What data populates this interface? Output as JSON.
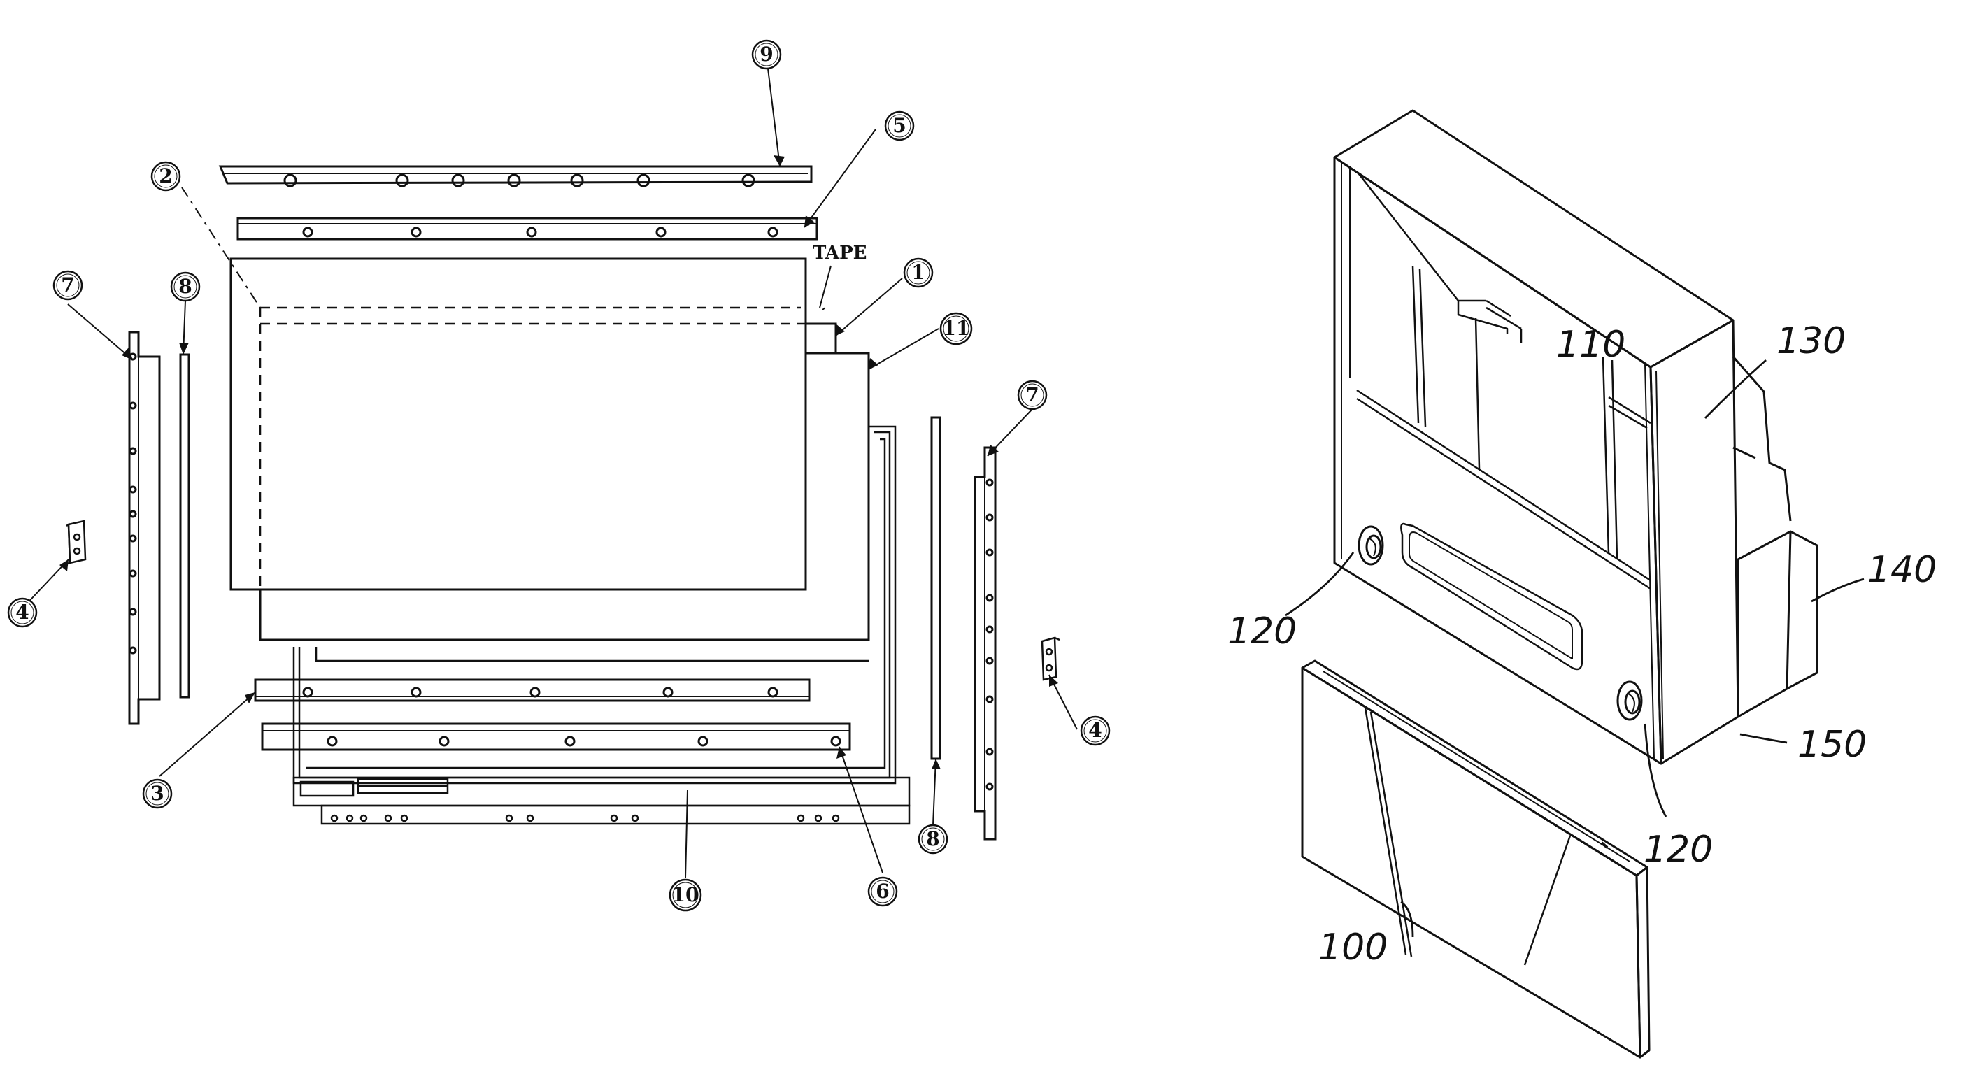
{
  "colors": {
    "ink": "#111111",
    "paper": "#ffffff"
  },
  "left_diagram": {
    "callouts": [
      {
        "id": "c9",
        "label": "9"
      },
      {
        "id": "c5",
        "label": "5"
      },
      {
        "id": "c2",
        "label": "2"
      },
      {
        "id": "c1",
        "label": "1"
      },
      {
        "id": "c11",
        "label": "11"
      },
      {
        "id": "c7a",
        "label": "7"
      },
      {
        "id": "c8a",
        "label": "8"
      },
      {
        "id": "c7b",
        "label": "7"
      },
      {
        "id": "c4a",
        "label": "4"
      },
      {
        "id": "c4b",
        "label": "4"
      },
      {
        "id": "c3",
        "label": "3"
      },
      {
        "id": "c6",
        "label": "6"
      },
      {
        "id": "c8b",
        "label": "8"
      },
      {
        "id": "c10",
        "label": "10"
      }
    ],
    "tape_label": "TAPE"
  },
  "right_diagram": {
    "labels": {
      "l110": "110",
      "l130": "130",
      "l140": "140",
      "l120a": "120",
      "l120b": "120",
      "l150": "150",
      "l100": "100"
    }
  }
}
